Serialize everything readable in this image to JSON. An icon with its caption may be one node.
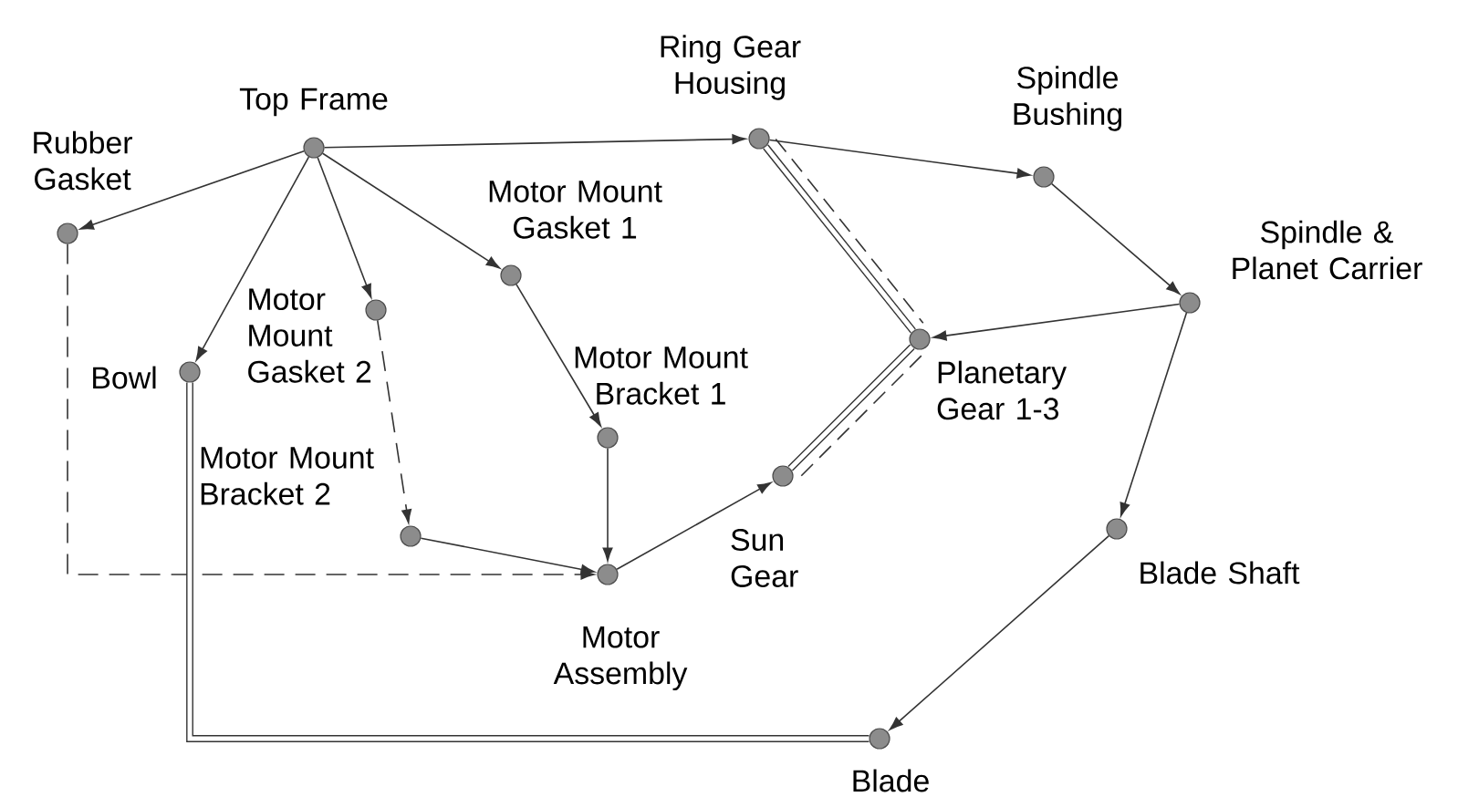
{
  "diagram": {
    "nodes": [
      {
        "text": [
          "Top Frame"
        ]
      },
      {
        "text": [
          "Rubber Gasket"
        ]
      },
      {
        "text": [
          "Bowl"
        ]
      },
      {
        "text": [
          "Motor Mount Gasket 2"
        ]
      },
      {
        "text": [
          "Motor Mount Gasket 1"
        ]
      },
      {
        "text": [
          "Motor Mount Bracket 1"
        ]
      },
      {
        "text": [
          "Motor Mount Bracket 2"
        ]
      },
      {
        "text": [
          "Motor Assembly"
        ]
      },
      {
        "text": [
          "Sun Gear"
        ]
      },
      {
        "text": [
          "Ring Gear Housing"
        ]
      },
      {
        "text": [
          "Spindle Bushing"
        ]
      },
      {
        "text": [
          "Spindle & Planet Carrier"
        ]
      },
      {
        "text": [
          "Planetary Gear 1-3"
        ]
      },
      {
        "text": [
          "Blade Shaft"
        ]
      },
      {
        "text": [
          "Blade"
        ]
      }
    ],
    "edges": [
      {
        "from": 0,
        "to": 1,
        "arrow": "to"
      },
      {
        "from": 0,
        "to": 2,
        "arrow": "to"
      },
      {
        "from": 0,
        "to": 3,
        "arrow": "to"
      },
      {
        "from": 0,
        "to": 4,
        "arrow": "to"
      },
      {
        "from": 0,
        "to": 9,
        "arrow": "to"
      },
      {
        "from": 9,
        "to": 10,
        "arrow": "to"
      },
      {
        "from": 10,
        "to": 11,
        "arrow": "to"
      },
      {
        "from": 11,
        "to": 12,
        "arrow": "to"
      },
      {
        "from": 9,
        "to": 12,
        "arrow": "none",
        "style": "thick"
      },
      {
        "from": 12,
        "to": 8,
        "arrow": "none",
        "style": "thick"
      },
      {
        "from": 4,
        "to": 5,
        "arrow": "to"
      },
      {
        "from": 5,
        "to": 7,
        "arrow": "to"
      },
      {
        "from": 3,
        "to": 6,
        "arrow": "to",
        "style": "dashed"
      },
      {
        "from": 6,
        "to": 7,
        "arrow": "to"
      },
      {
        "from": 1,
        "to": 7,
        "arrow": "to",
        "style": "dashed"
      },
      {
        "from": 7,
        "to": 8,
        "arrow": "to"
      },
      {
        "from": 11,
        "to": 13,
        "arrow": "to"
      },
      {
        "from": 13,
        "to": 14,
        "arrow": "to"
      },
      {
        "from": 2,
        "to": 14,
        "arrow": "none",
        "style": "thick"
      }
    ]
  }
}
